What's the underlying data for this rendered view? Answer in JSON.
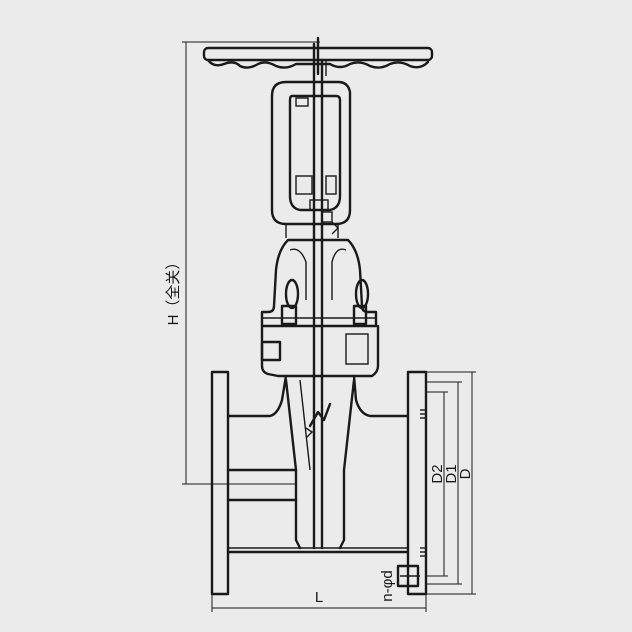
{
  "dimensions": {
    "height_label": "H（全关）",
    "length_label": "L",
    "d2_label": "D2",
    "d1_label": "D1",
    "d_label": "D",
    "bolt_label": "n-φd"
  }
}
